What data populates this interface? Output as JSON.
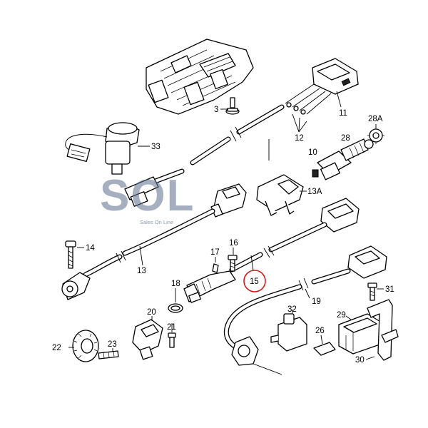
{
  "logo": {
    "text": "SOL",
    "tagline": "Sales On Line",
    "color": "#5c6f8c"
  },
  "highlight": {
    "part": "15",
    "color": "#d01818"
  },
  "callouts": {
    "c3": "3",
    "c10": "10",
    "c11": "11",
    "c12": "12",
    "c13": "13",
    "c13a": "13A",
    "c14": "14",
    "c15": "15",
    "c16": "16",
    "c17": "17",
    "c18": "18",
    "c19": "19",
    "c20": "20",
    "c21": "21",
    "c22": "22",
    "c23": "23",
    "c26": "26",
    "c28": "28",
    "c28a": "28A",
    "c29": "29",
    "c30": "30",
    "c31": "31",
    "c32": "32",
    "c33": "33"
  }
}
